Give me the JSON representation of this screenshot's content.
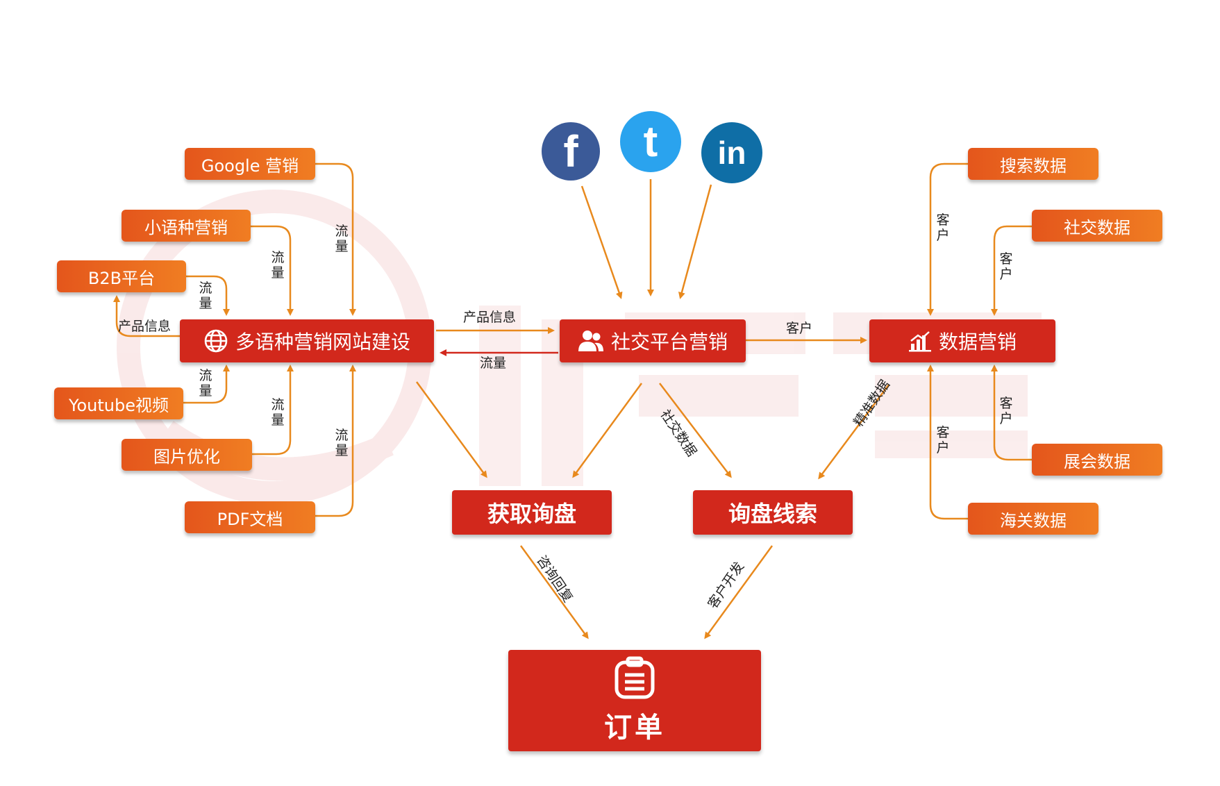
{
  "colors": {
    "orange_start": "#e4561c",
    "orange_end": "#f07d22",
    "red": "#d2281c",
    "arrow_orange": "#e8891d",
    "arrow_red": "#d2281c",
    "watermark": "#f6d6d6",
    "facebook": "#3b5a98",
    "twitter": "#2aa3ee",
    "linkedin": "#0f6ea6"
  },
  "left_sources": {
    "google": "Google 营销",
    "minor_language": "小语种营销",
    "b2b": "B2B平台",
    "youtube": "Youtube视频",
    "image_opt": "图片优化",
    "pdf": "PDF文档"
  },
  "right_sources": {
    "search_data": "搜索数据",
    "social_data": "社交数据",
    "expo_data": "展会数据",
    "customs_data": "海关数据"
  },
  "hubs": {
    "website": "多语种营销网站建设",
    "social": "社交平台营销",
    "data": "数据营销"
  },
  "outcomes": {
    "inquiry": "获取询盘",
    "leads": "询盘线索",
    "order": "订单"
  },
  "social_icons": {
    "facebook": "facebook-icon",
    "twitter": "twitter-icon",
    "linkedin": "linkedin-icon",
    "facebook_glyph": "f",
    "twitter_glyph": "t",
    "linkedin_glyph": "in"
  },
  "labels": {
    "traffic": "流量",
    "product_info": "产品信息",
    "customer": "客户",
    "social_data": "社交数据",
    "precise_data": "精准数据",
    "consult_reply": "咨询回复",
    "customer_dev": "客户开发"
  }
}
